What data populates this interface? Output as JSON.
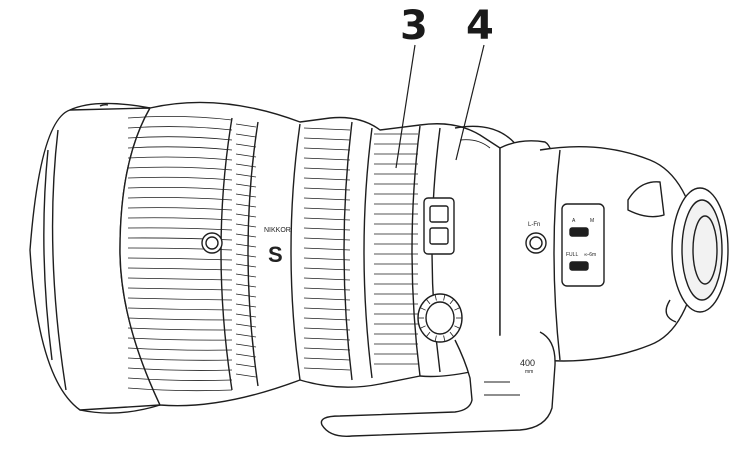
{
  "callouts": {
    "ring_3": "3",
    "ring_4": "4"
  },
  "lens_markings": {
    "brand": "NIKKOR",
    "series_mark": "S",
    "function_button": "L-Fn",
    "focal_length": "400",
    "focal_unit": "mm",
    "switch_a": "A",
    "switch_m": "M",
    "range_full": "FULL",
    "range_inf": "∞-6m"
  },
  "colors": {
    "line": "#1e1e1e",
    "fill": "#ffffff",
    "shade": "#f2f2f2"
  }
}
